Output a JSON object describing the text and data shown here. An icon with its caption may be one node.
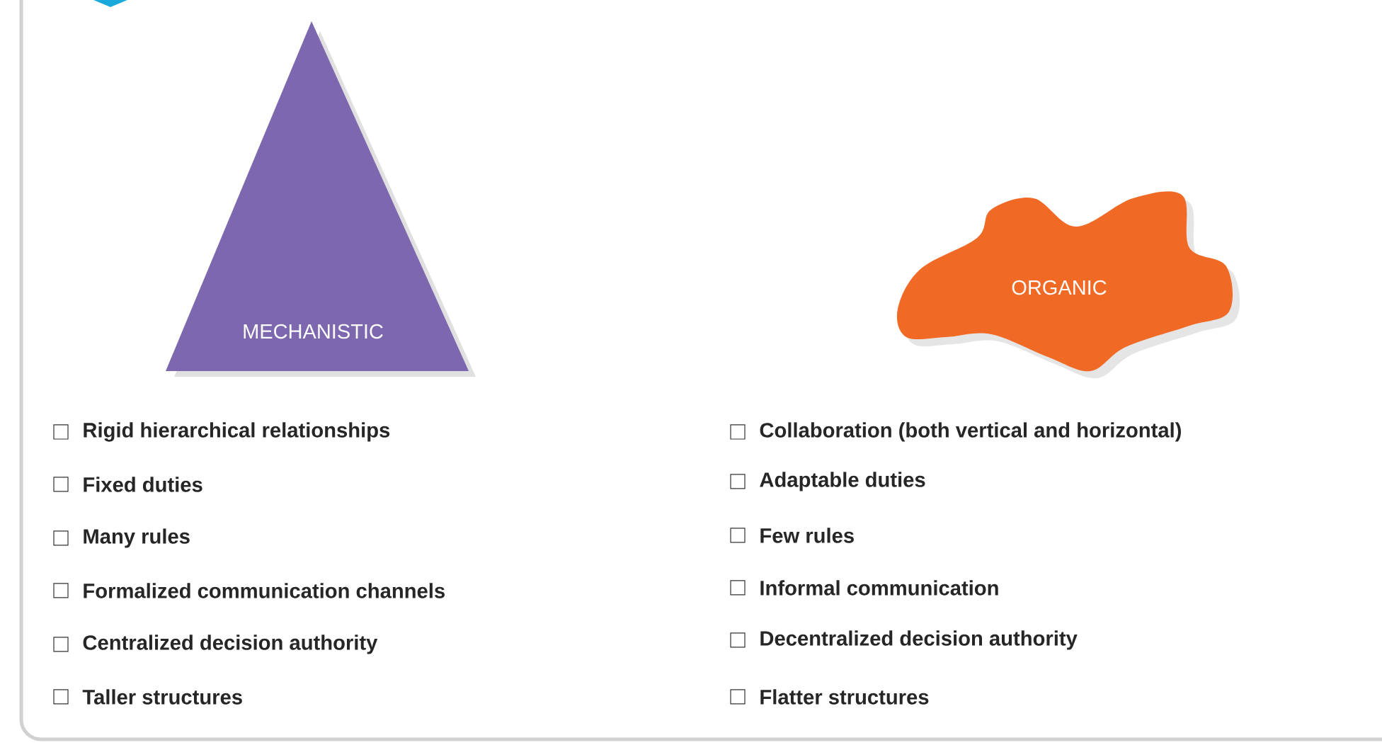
{
  "diagram": {
    "nodes": [
      {
        "text": [
          "MECHANISTIC"
        ]
      },
      {
        "text": [
          "ORGANIC"
        ]
      }
    ],
    "edges": [],
    "labels": [
      "Rigid hierarchical relationships",
      "Collaboration (both vertical and horizontal)",
      "Fixed duties",
      "Adaptable duties",
      "Many rules",
      "Few rules",
      "Formalized communication channels",
      "Informal communication",
      "Centralized decision authority",
      "Decentralized decision authority",
      "Taller structures",
      "Flatter structures"
    ]
  }
}
